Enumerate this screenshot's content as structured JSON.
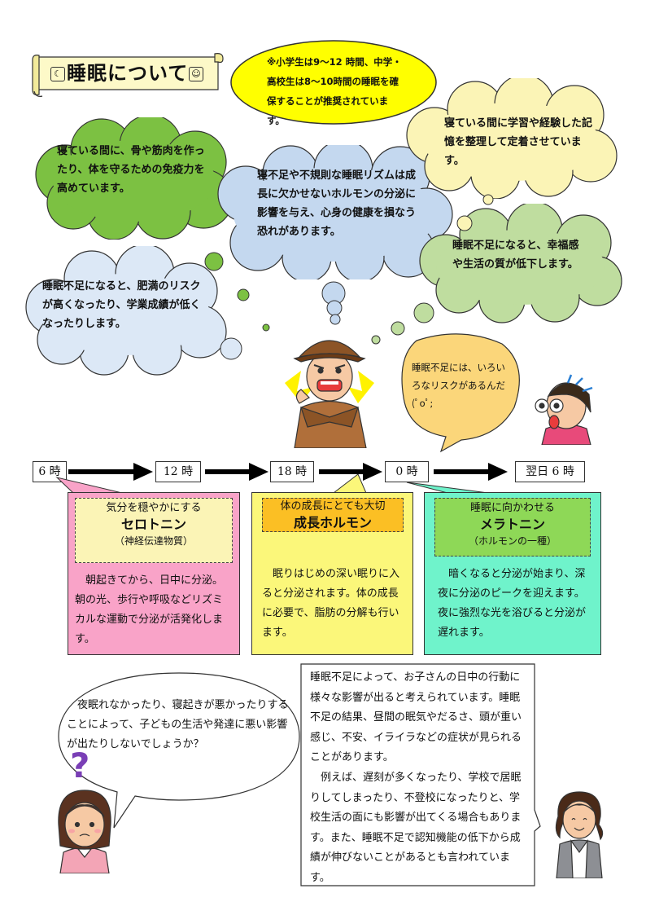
{
  "title": "睡眠について",
  "clouds": {
    "yellow": "※小学生は9～12 時間、中学・高校生は8～10時間の睡眠を確保することが推奨されています。",
    "green_left": "寝ている間に、骨や筋肉を作ったり、体を守るための免疫力を高めています。",
    "blue_center": "寝不足や不規則な睡眠リズムは成長に欠かせないホルモンの分泌に影響を与え、心身の健康を損なう恐れがあります。",
    "yellow_right": "寝ている間に学習や経験した記憶を整理して定着させています。",
    "green_right": "睡眠不足になると、幸福感や生活の質が低下します。",
    "blue_left": "睡眠不足になると、肥満のリスクが高くなったり、学業成績が低くなったりします。"
  },
  "speech_detective": "睡眠不足には、いろいろなリスクがあるんだ(ﾟoﾟ;",
  "timeline": [
    "6 時",
    "12 時",
    "18 時",
    "0 時",
    "翌日 6 時"
  ],
  "panels": [
    {
      "sub": "気分を穏やかにする",
      "main": "セロトニン",
      "note": "（神経伝達物質）",
      "body": "　朝起きてから、日中に分泌。朝の光、歩行や呼吸などリズミカルな運動で分泌が活発化します。"
    },
    {
      "sub": "体の成長にとても大切",
      "main": "成長ホルモン",
      "note": "",
      "body": "　眠りはじめの深い眠りに入ると分泌されます。体の成長に必要で、脂肪の分解も行います。"
    },
    {
      "sub": "睡眠に向かわせる",
      "main": "メラトニン",
      "note": "（ホルモンの一種）",
      "body": "　暗くなると分泌が始まり、深夜に分泌のピークを迎えます。夜に強烈な光を浴びると分泌が遅れます。"
    }
  ],
  "bubble_question": "　夜眠れなかったり、寝起きが悪かったりすることによって、子どもの生活や発達に悪い影響が出たりしないでしょうか？",
  "question_mark": "?",
  "answer_p1": "睡眠不足によって、お子さんの日中の行動に様々な影響が出ると考えられています。睡眠不足の結果、昼間の眠気やだるさ、頭が重い感じ、不安、イライラなどの症状が見られることがあります。",
  "answer_p2": "　例えば、遅刻が多くなったり、学校で居眠りしてしまったり、不登校になったりと、学校生活の面にも影響が出てくる場合もあります。また、睡眠不足で認知機能の低下から成績が伸びないことがあるとも言われています。",
  "colors": {
    "cloud_green": "#7cc142",
    "cloud_blue": "#c4d8ef",
    "cloud_yellow": "#fbf4b6",
    "cloud_green_light": "#bfdd9f",
    "cloud_blue_light": "#dce8f6",
    "panel_pink": "#f9a3c8",
    "panel_yellow": "#fbf77a",
    "panel_teal": "#6ff3cb"
  }
}
